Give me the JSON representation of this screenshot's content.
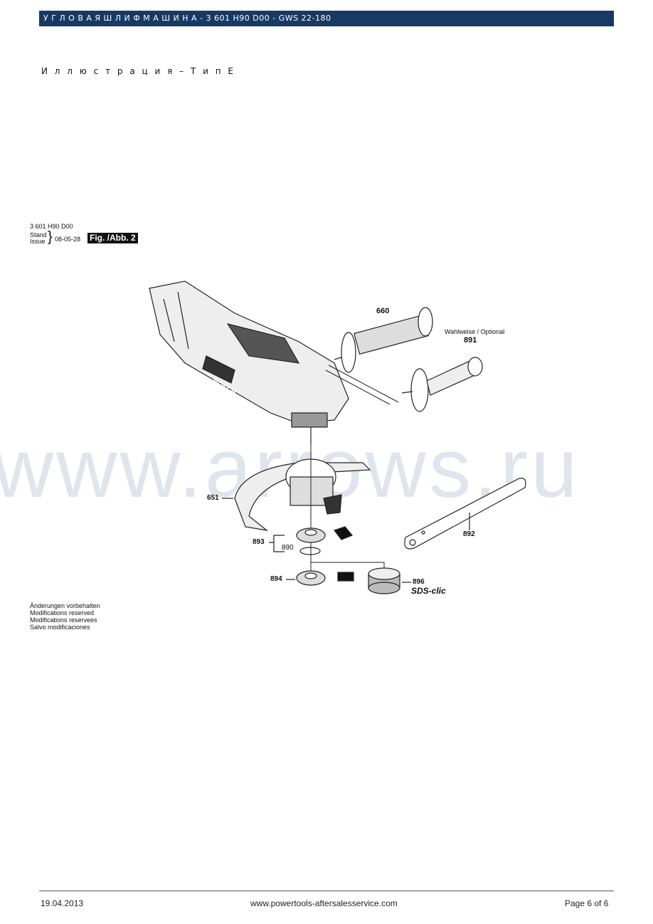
{
  "header": {
    "title": "У Г Л О В А Я  Ш Л И Ф М А Ш И Н А - 3 601 H90 D00 - GWS 22-180"
  },
  "subtitle": "И л л ю с т р а ц и я – Т и п  E",
  "figure": {
    "part_number": "3 601 H90 D00",
    "stand": "Stand",
    "issue": "Issue",
    "date": "08-05-28",
    "fig_label": "Fig. /Abb. 2",
    "brand_on_tool": "BOSCH",
    "parts": {
      "p660": "660",
      "optional": "Wahlweise / Optional",
      "p891": "891",
      "p651": "651",
      "p892": "892",
      "p893": "893",
      "p890": "890",
      "p894": "894",
      "p896": "896",
      "sds": "SDS-clic"
    }
  },
  "modifications": [
    "Änderungen vorbehalten",
    "Modifications reserved",
    "Modifications reservees",
    "Salvo modificaciones"
  ],
  "watermark": "www.arrows.ru",
  "footer": {
    "date": "19.04.2013",
    "url": "www.powertools-aftersalesservice.com",
    "page": "Page 6 of 6"
  }
}
